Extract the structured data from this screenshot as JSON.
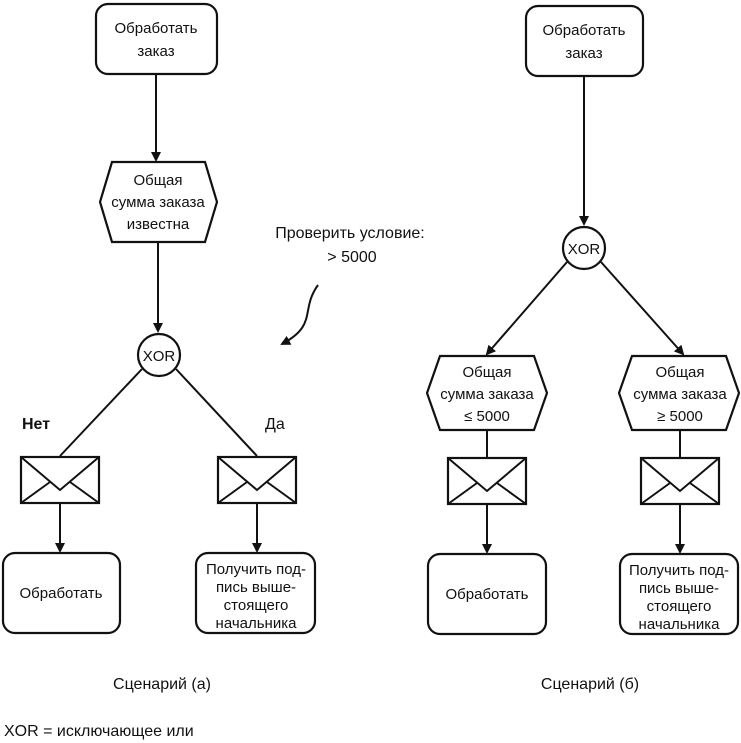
{
  "scenario_a": {
    "start": [
      "Обработать",
      "заказ"
    ],
    "event": [
      "Общая",
      "сумма заказа",
      "известна"
    ],
    "connector": "XOR",
    "branch_no": "Нет",
    "branch_yes": "Да",
    "end_left": "Обработать",
    "end_right": [
      "Получить под-",
      "пись выше-",
      "стоящего",
      "начальника"
    ],
    "caption": "Сценарий (а)"
  },
  "annotation": [
    "Проверить условие:",
    "> 5000"
  ],
  "scenario_b": {
    "start": [
      "Обработать",
      "заказ"
    ],
    "connector": "XOR",
    "event_left": [
      "Общая",
      "сумма заказа",
      "≤ 5000"
    ],
    "event_right": [
      "Общая",
      "сумма заказа",
      "≥ 5000"
    ],
    "end_left": "Обработать",
    "end_right": [
      "Получить под-",
      "пись выше-",
      "стоящего",
      "начальника"
    ],
    "caption": "Сценарий (б)"
  },
  "legend": "XOR = исключающее или"
}
